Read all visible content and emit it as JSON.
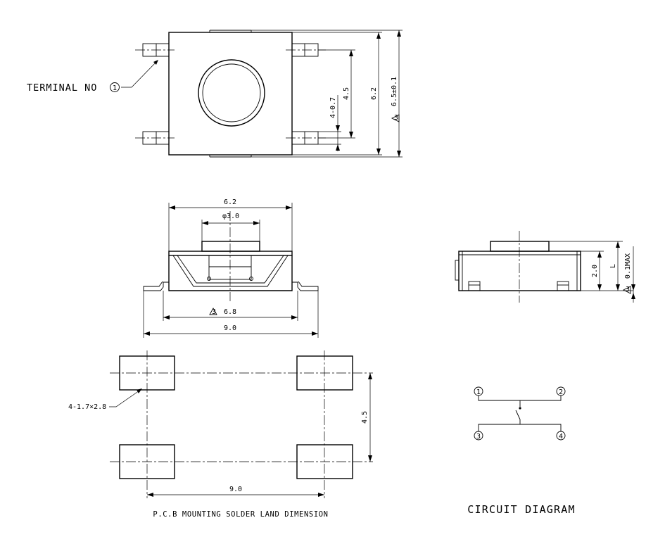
{
  "top_view": {
    "terminal_label": "TERMINAL NO",
    "terminal_number": "1",
    "dim_pitch": "4.5",
    "dim_body": "6.2",
    "dim_overall": "6.5±0.1",
    "dim_terminal_width": "4-0.7",
    "tolerance_marker": "3"
  },
  "front_view": {
    "dim_body_width": "6.2",
    "dim_plunger": "φ3.0",
    "dim_span": "6.8",
    "dim_overall": "9.0",
    "tolerance_marker": "3"
  },
  "side_view": {
    "dim_height": "2.0",
    "dim_length": "L",
    "dim_flatness": "0.1MAX",
    "tolerance_marker": "3"
  },
  "pcb_layout": {
    "pad_label": "4-1.7×2.8",
    "dim_vertical": "4.5",
    "dim_horizontal": "9.0",
    "caption": "P.C.B MOUNTING SOLDER LAND DIMENSION"
  },
  "circuit": {
    "pins": [
      "1",
      "2",
      "3",
      "4"
    ],
    "caption": "CIRCUIT DIAGRAM"
  }
}
